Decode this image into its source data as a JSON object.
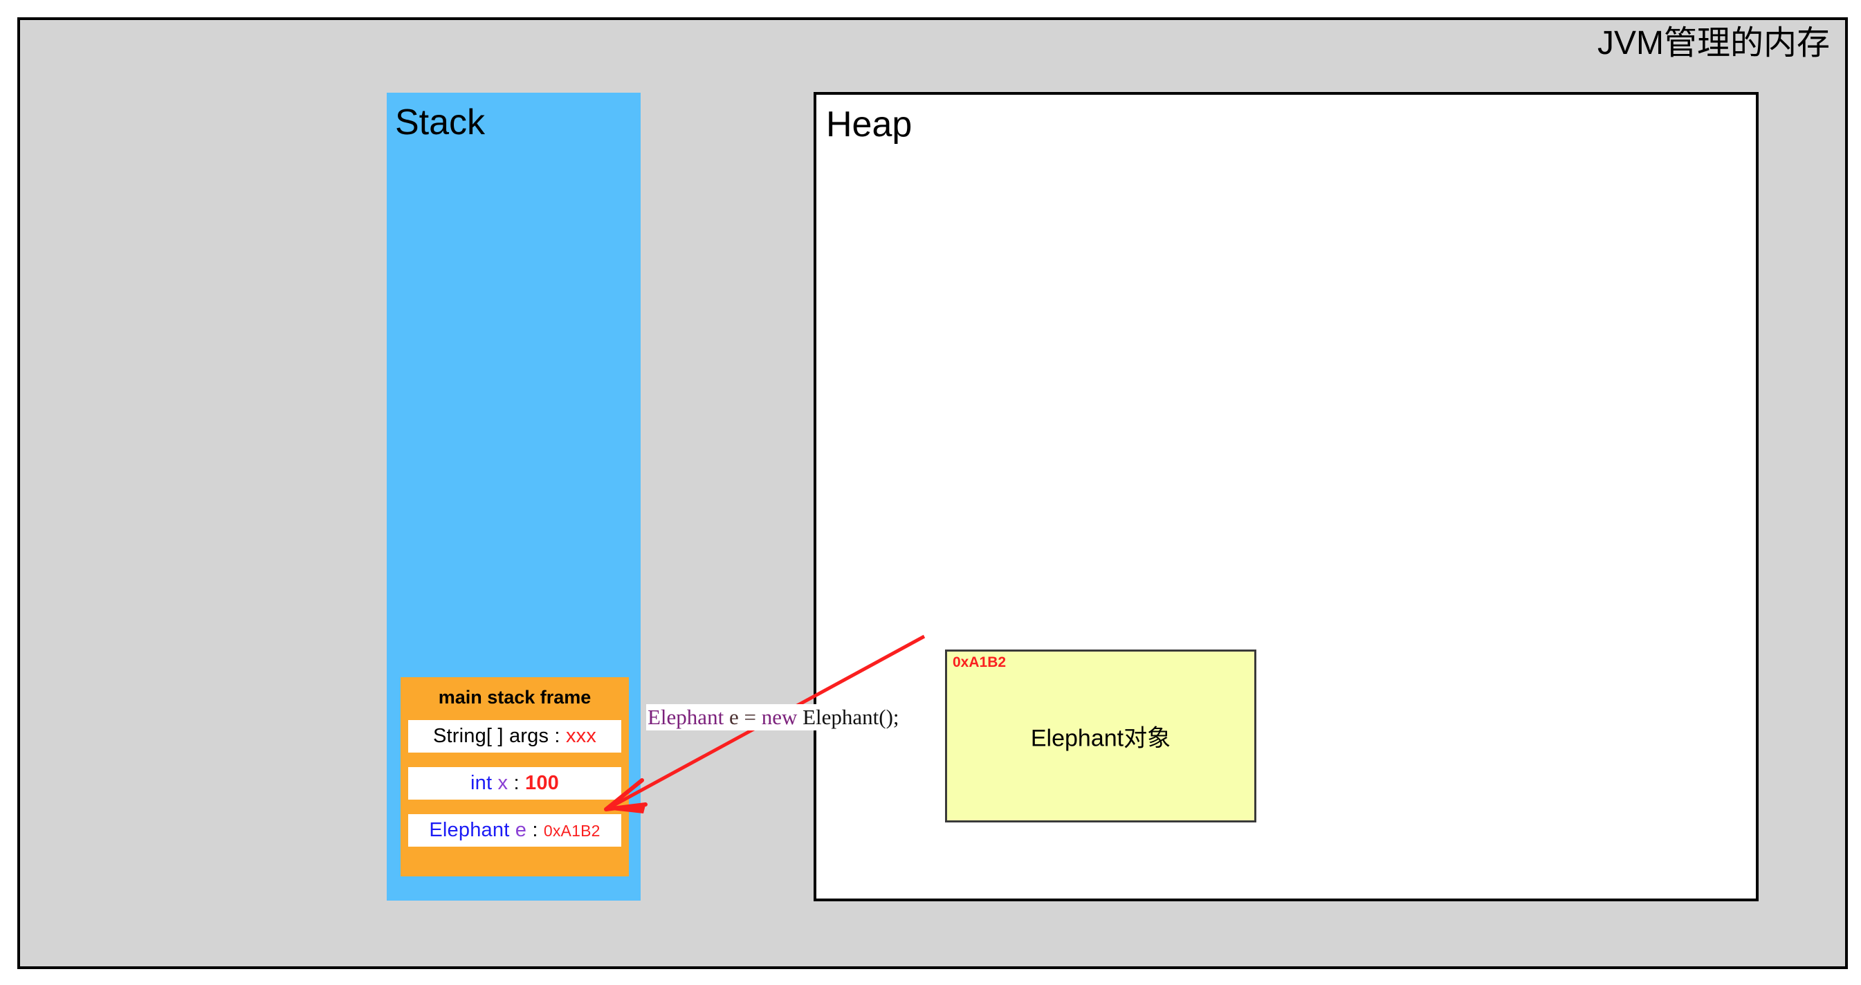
{
  "container": {
    "title": "JVM管理的内存",
    "background_color": "#d4d4d4",
    "border_color": "#000000"
  },
  "stack": {
    "title": "Stack",
    "background_color": "#57bffc",
    "frame": {
      "title": "main stack frame",
      "background_color": "#fba82d",
      "slots": [
        {
          "id": "args",
          "type": "String[ ]",
          "var": "args",
          "separator": ":",
          "value": "xxx",
          "type_color": "#000000",
          "var_color": "#000000",
          "value_color": "#fa1f1f"
        },
        {
          "id": "x",
          "type": "int",
          "var": "x",
          "separator": ":",
          "value": "100",
          "type_color": "#1b1bf5",
          "var_color": "#8a3fd4",
          "value_color": "#fa1f1f"
        },
        {
          "id": "e",
          "type": "Elephant",
          "var": "e",
          "separator": ":",
          "value": "0xA1B2",
          "type_color": "#1b1bf5",
          "var_color": "#8a3fd4",
          "value_color": "#fa1f1f"
        }
      ]
    }
  },
  "heap": {
    "title": "Heap",
    "background_color": "#ffffff",
    "object": {
      "address": "0xA1B2",
      "label": "Elephant对象",
      "background_color": "#f8ffae",
      "address_color": "#fa1f1f"
    }
  },
  "code_label": {
    "kw_declared_type": "Elephant",
    "identifier": " e ",
    "equals": "= ",
    "kw_new": "new",
    "constructor": " Elephant();",
    "full_text": "Elephant e = new Elephant();",
    "keyword_color": "#7c217c"
  },
  "arrow": {
    "name": "reference-arrow",
    "color": "#fa1f1f",
    "from": "heap-object-top-left",
    "to": "stack-slot-e"
  }
}
